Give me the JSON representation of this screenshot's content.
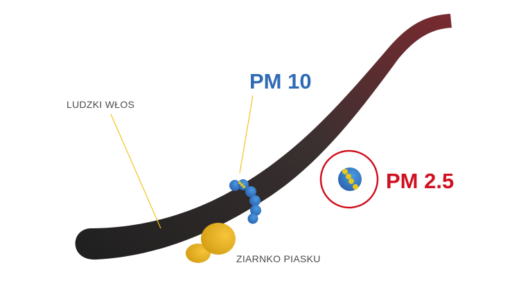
{
  "labels": {
    "hair": "LUDZKI WŁOS",
    "sand": "ZIARNKO PIASKU",
    "pm10": "PM 10",
    "pm25": "PM 2.5"
  },
  "colors": {
    "pm10": "#2f6bb5",
    "pm25": "#d0101e",
    "sand": "#e0a91f",
    "line": "#f0c419"
  }
}
